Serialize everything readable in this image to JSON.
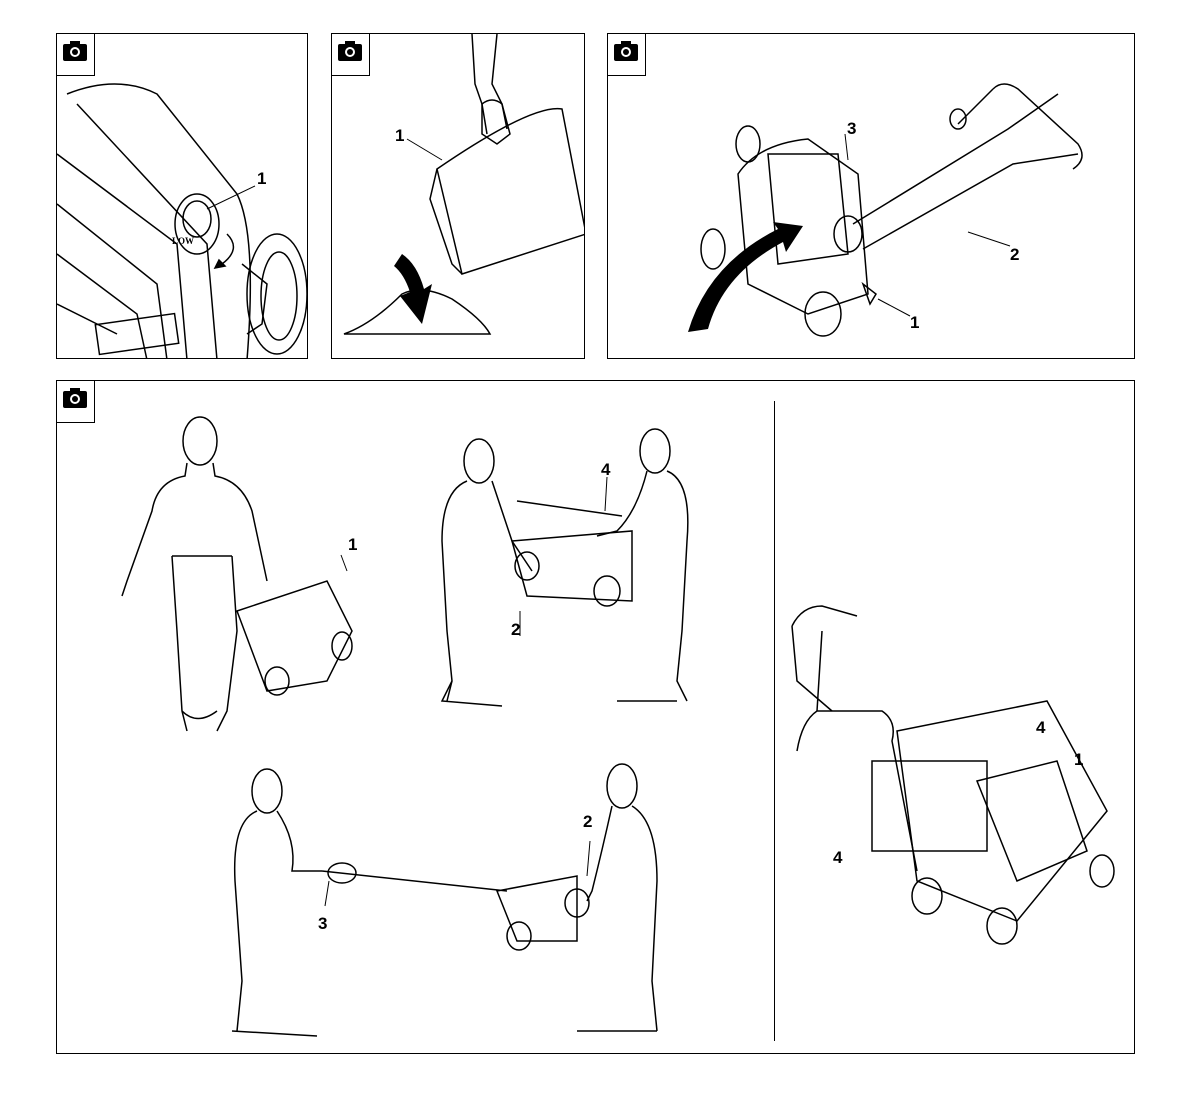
{
  "panels": [
    {
      "id": "p1",
      "labels": [
        "1"
      ],
      "knob_text": "LOW"
    },
    {
      "id": "p2",
      "labels": [
        "1"
      ]
    },
    {
      "id": "p3",
      "labels": [
        "3",
        "2",
        "1"
      ]
    },
    {
      "id": "p4",
      "labels": [
        "1",
        "4",
        "2",
        "2",
        "3",
        "4",
        "1",
        "4"
      ]
    }
  ],
  "icons": {
    "camera": "camera-icon"
  }
}
